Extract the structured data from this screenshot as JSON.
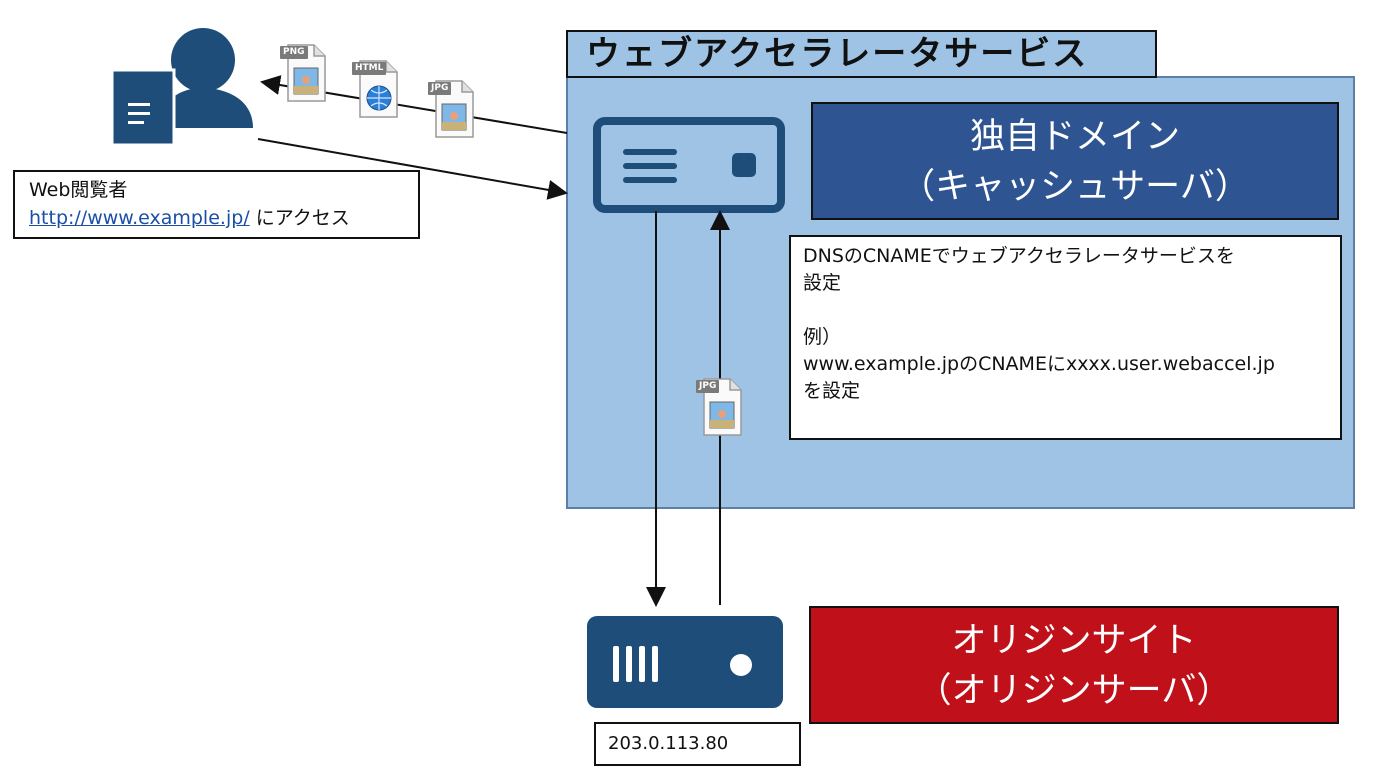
{
  "service": {
    "title": "ウェブアクセラレータサービス"
  },
  "cache_server": {
    "line1": "独自ドメイン",
    "line2": "（キャッシュサーバ）"
  },
  "dns_note": {
    "line1": "DNSのCNAMEでウェブアクセラレータサービスを",
    "line2": "設定",
    "line3": "例）",
    "line4": "www.example.jpのCNAMEにxxxx.user.webaccel.jp",
    "line5": "を設定"
  },
  "viewer": {
    "label": "Web閲覧者",
    "url": "http://www.example.jp/",
    "suffix": " にアクセス"
  },
  "origin": {
    "line1": "オリジンサイト",
    "line2": "（オリジンサーバ）",
    "ip": "203.0.113.80"
  },
  "files": {
    "png_tag": "PNG",
    "html_tag": "HTML",
    "jpg_tag": "JPG",
    "jpg2_tag": "JPG"
  },
  "colors": {
    "icon_blue": "#1f4d7a",
    "service_bg": "#9ec3e4",
    "domain_bg": "#2e5592",
    "origin_bg": "#c0101a"
  },
  "icons": {
    "viewer": "user-document-icon",
    "cache": "server-icon",
    "origin": "server-icon"
  }
}
